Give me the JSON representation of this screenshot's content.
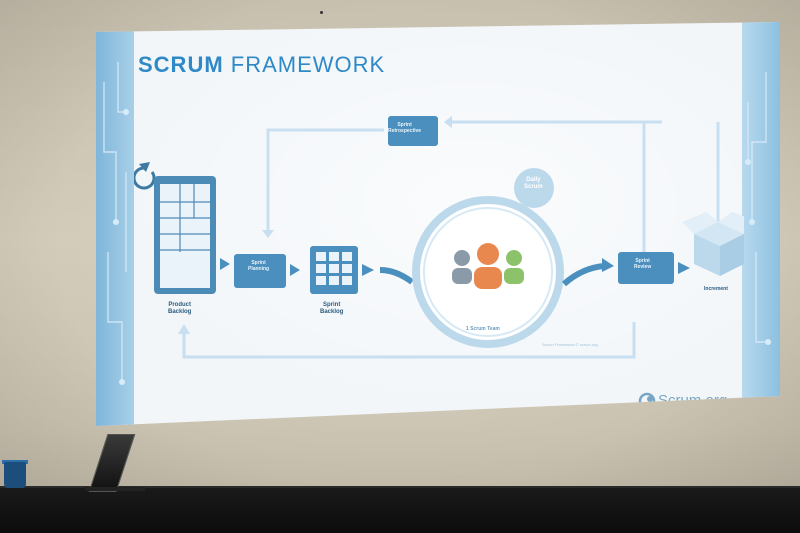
{
  "slide": {
    "title_bold": "SCRUM",
    "title_rest": "FRAMEWORK",
    "labels": {
      "sprint_retrospective": "Sprint\nRetrospective",
      "daily_scrum": "Daily\nScrum",
      "product_backlog": "Product\nBacklog",
      "sprint_planning": "Sprint\nPlanning",
      "sprint_backlog": "Sprint\nBacklog",
      "scrum_team": "1 Scrum Team",
      "sprint_review": "Sprint\nReview",
      "increment": "Increment"
    },
    "caption": "Scrum Framework © scrum.org",
    "brand": "Scrum.org"
  },
  "colors": {
    "slide_blue": "#2f89c7",
    "box_blue": "#4a8fbd",
    "team_orange": "#e8884f",
    "team_green": "#8cc36a",
    "team_gray": "#8b9aa8"
  },
  "icons": [
    "refresh-icon",
    "team-icon",
    "increment-box-icon",
    "scrum-org-logo-icon"
  ]
}
